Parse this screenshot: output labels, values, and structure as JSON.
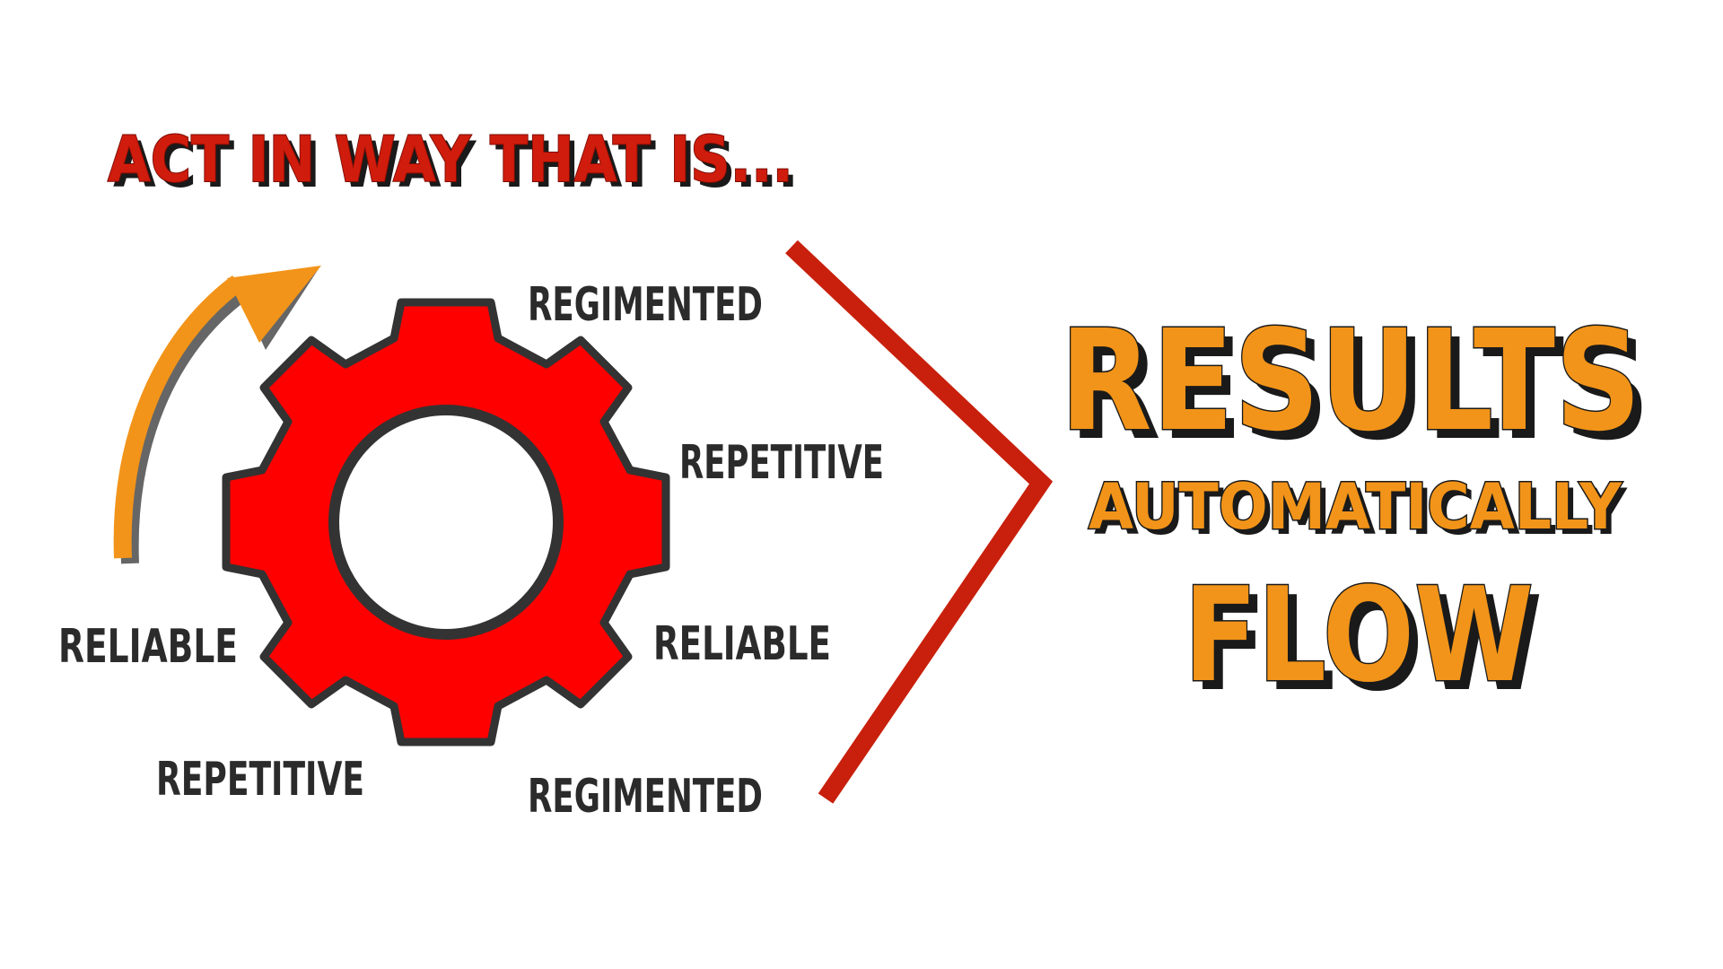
{
  "headline": "ACT IN WAY THAT IS...",
  "gear_words": {
    "top": "REGIMENTED",
    "upper_right": "REPETITIVE",
    "right": "RELIABLE",
    "bottom_right": "REGIMENTED",
    "bottom_left": "REPETITIVE",
    "left": "RELIABLE"
  },
  "results": {
    "line1": "RESULTS",
    "line2": "AUTOMATICALLY",
    "line3": "FLOW"
  },
  "colors": {
    "gear_fill": "#ff0000",
    "gear_outline": "#333333",
    "arrow": "#f29419",
    "chevron": "#c8200c",
    "headline": "#d01c0c",
    "results": "#f29419",
    "label_text": "#2b2b2b"
  },
  "icons": {
    "gear": "gear-icon",
    "arrow": "curved-arrow-icon",
    "chevron": "chevron-right-icon"
  }
}
